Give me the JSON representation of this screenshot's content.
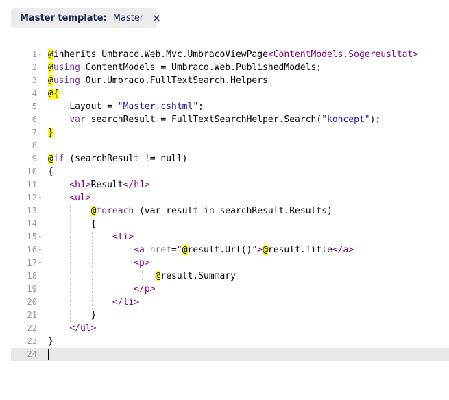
{
  "template_bar": {
    "label": "Master template:",
    "value": "Master",
    "close_symbol": "✕"
  },
  "colors": {
    "razor_highlight": "#ffff00",
    "keyword": "#7b2f9e",
    "tag": "#870081",
    "string": "#1a1aa6",
    "active_line": "#e8e8e8"
  },
  "editor": {
    "line_numbers": [
      "1",
      "2",
      "3",
      "4",
      "5",
      "6",
      "7",
      "8",
      "9",
      "10",
      "11",
      "12",
      "13",
      "14",
      "15",
      "16",
      "17",
      "18",
      "19",
      "20",
      "21",
      "22",
      "23",
      "24"
    ],
    "fold_marker": "▾",
    "lines": {
      "l1": {
        "at": "@",
        "kw": "inherits",
        "rest": " Umbraco.Web.Mvc.UmbracoViewPage",
        "generic": "<ContentModels.Sogereusltat>"
      },
      "l2": {
        "at": "@",
        "kw": "using",
        "rest": " ContentModels = Umbraco.Web.PublishedModels;"
      },
      "l3": {
        "at": "@",
        "kw": "using",
        "rest": " Our.Umbraco.FullTextSearch.Helpers"
      },
      "l4": {
        "open": "@{"
      },
      "l5": {
        "pre": "Layout = ",
        "str": "\"Master.cshtml\"",
        "post": ";"
      },
      "l6": {
        "kw": "var",
        "pre": " searchResult = FullTextSearchHelper.Search(",
        "str": "\"koncept\"",
        "post": ");"
      },
      "l7": {
        "close": "}"
      },
      "l9": {
        "at": "@",
        "kw": "if",
        "rest": " (searchResult != null)"
      },
      "l10": {
        "text": "{"
      },
      "l11": {
        "open_tag": "<h1>",
        "text": "Result",
        "close_tag": "</h1>"
      },
      "l12": {
        "tag": "<ul>"
      },
      "l13": {
        "at": "@",
        "kw": "foreach",
        "rest": " (var result in searchResult.Results)"
      },
      "l14": {
        "text": "{"
      },
      "l15": {
        "tag": "<li>"
      },
      "l16": {
        "a_open": "<a ",
        "attr": "href",
        "eq": "=",
        "q1": "\"",
        "at1": "@",
        "mid": "result.Url()",
        "q2": "\"",
        "gt": ">",
        "at2": "@",
        "title": "result.Title",
        "a_close": "</a>"
      },
      "l17": {
        "tag": "<p>"
      },
      "l18": {
        "at": "@",
        "rest": "result.Summary"
      },
      "l19": {
        "tag": "</p>"
      },
      "l20": {
        "tag": "</li>"
      },
      "l21": {
        "text": "}"
      },
      "l22": {
        "tag": "</ul>"
      },
      "l23": {
        "text": "}"
      }
    }
  }
}
